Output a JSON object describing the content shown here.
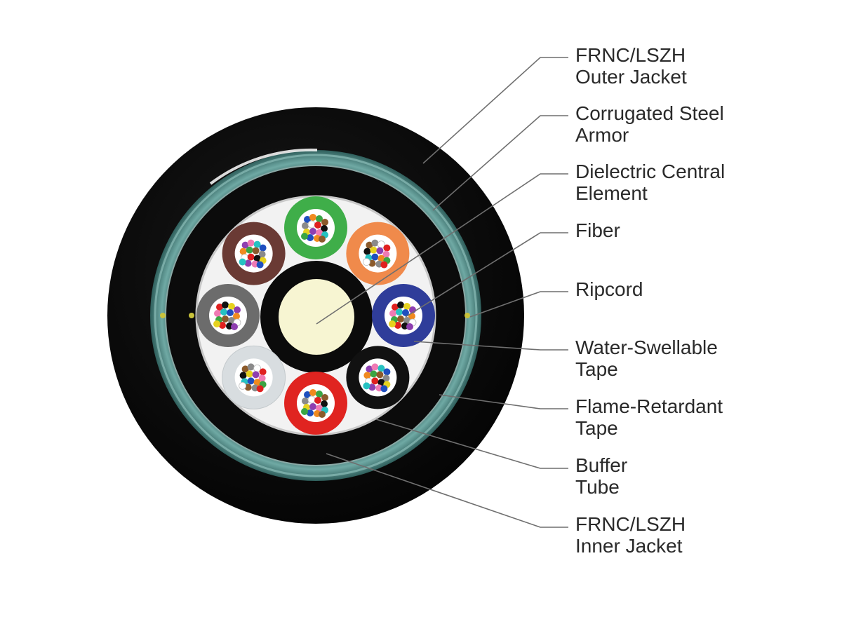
{
  "callouts": [
    {
      "id": "outer-jacket",
      "lines": [
        "FRNC/LSZH",
        "Outer Jacket"
      ]
    },
    {
      "id": "steel-armor",
      "lines": [
        "Corrugated Steel",
        "Armor"
      ]
    },
    {
      "id": "central-element",
      "lines": [
        "Dielectric Central",
        "Element"
      ]
    },
    {
      "id": "fiber",
      "lines": [
        "Fiber"
      ]
    },
    {
      "id": "ripcord",
      "lines": [
        "Ripcord"
      ]
    },
    {
      "id": "water-tape",
      "lines": [
        "Water-Swellable",
        "Tape"
      ]
    },
    {
      "id": "flame-tape",
      "lines": [
        "Flame-Retardant",
        "Tape"
      ]
    },
    {
      "id": "buffer-tube",
      "lines": [
        "Buffer",
        "Tube"
      ]
    },
    {
      "id": "inner-jacket",
      "lines": [
        "FRNC/LSZH",
        "Inner Jacket"
      ]
    }
  ],
  "cable": {
    "jacket_color": "#0b0b0b",
    "armor_color": "#4f8a86",
    "armor_highlight": "#a9d4cf",
    "core_fill": "#f2f2f2",
    "central_element_color": "#f7f5d2",
    "ripcord_color": "#c9c23a"
  },
  "buffer_tubes": [
    {
      "color": "#3fae49"
    },
    {
      "color": "#f08a4b"
    },
    {
      "color": "#2f3d9a"
    },
    {
      "color": "#111111"
    },
    {
      "color": "#e02420"
    },
    {
      "color": "#d8dde0"
    },
    {
      "color": "#6c6c6c"
    },
    {
      "color": "#6a3a34"
    }
  ],
  "fiber_colors": [
    "#1f4fbf",
    "#f08a1f",
    "#3aa544",
    "#8b5a2b",
    "#8a8a8a",
    "#ffffff",
    "#e0201f",
    "#111111",
    "#e6d21f",
    "#8e3fb0",
    "#f07ab4",
    "#26c2c2"
  ]
}
